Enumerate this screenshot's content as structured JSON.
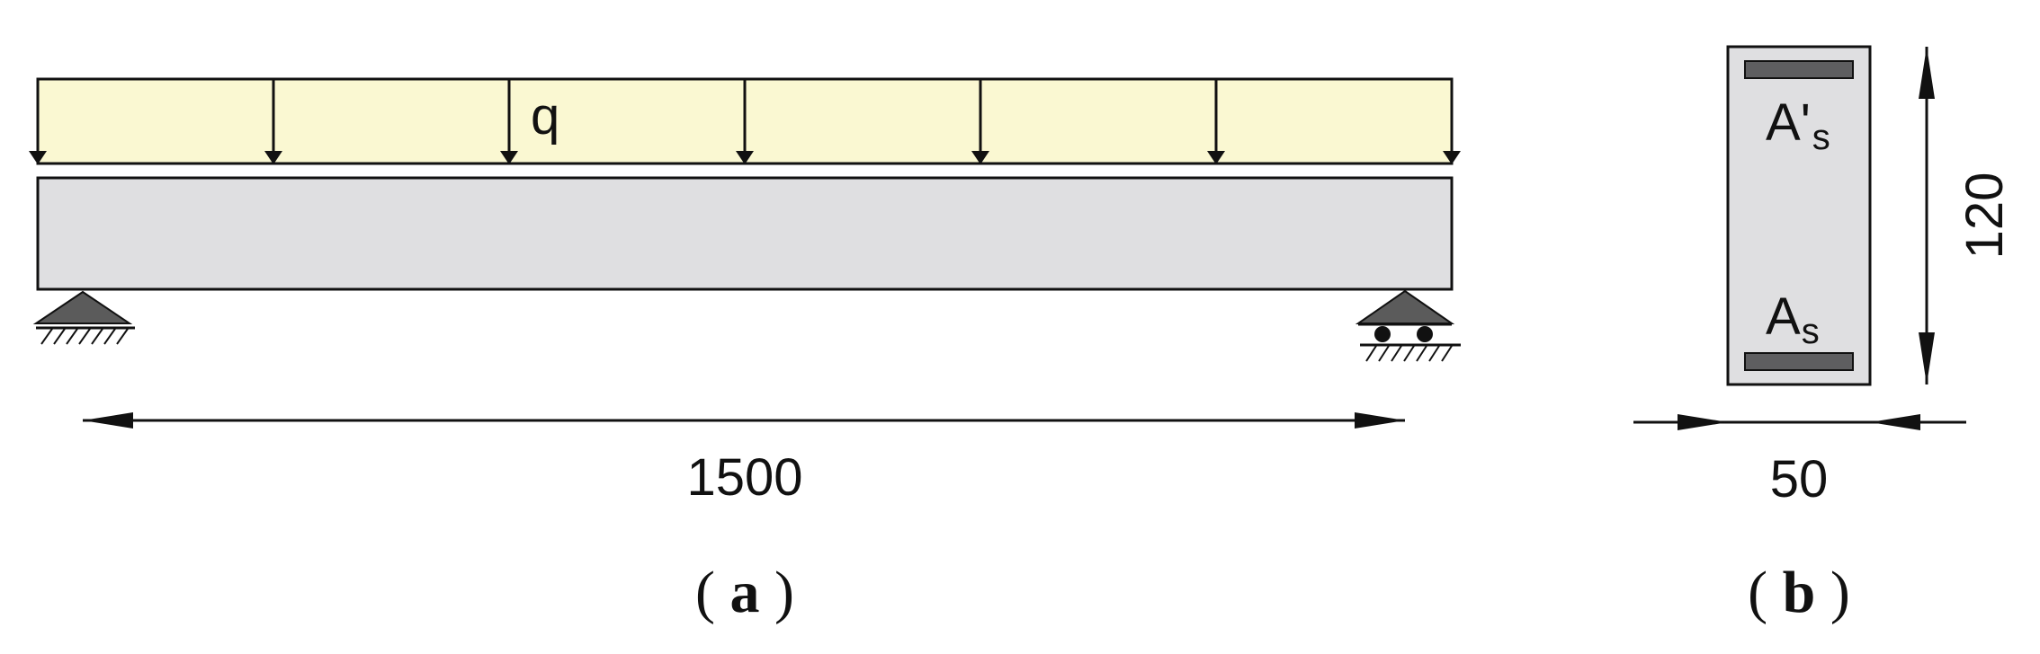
{
  "panel_a": {
    "load_label": "q",
    "span_label": "1500",
    "caption": {
      "open": "(",
      "letter": "a",
      "close": ")"
    }
  },
  "panel_b": {
    "height_label": "120",
    "width_label": "50",
    "top_steel": {
      "base": "A",
      "prime": "'",
      "sub": "s"
    },
    "bottom_steel": {
      "base": "A",
      "sub": "s"
    },
    "caption": {
      "open": "(",
      "letter": "b",
      "close": ")"
    }
  },
  "colors": {
    "load_fill": "#FAF8D2",
    "beam_fill": "#DFDFE1",
    "section_fill": "#DFDFE1",
    "rebar_fill": "#5E5E60",
    "support_fill": "#5B5B5B",
    "line": "#111111"
  }
}
